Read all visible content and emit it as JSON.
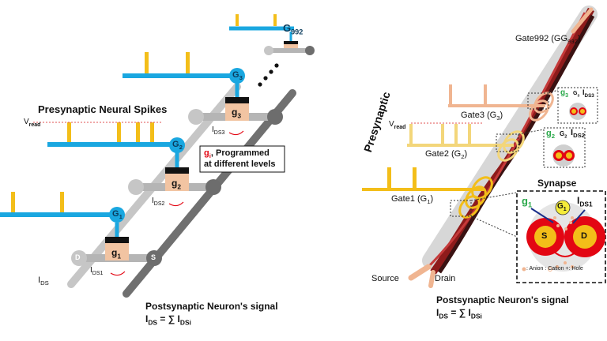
{
  "left": {
    "presynaptic_title": "Presynaptic Neural Spikes",
    "vread": "V",
    "vread_sub": "read",
    "gate_n": "G",
    "gate_n_sub": "992",
    "gates": [
      {
        "main": "G",
        "sub": "1"
      },
      {
        "main": "G",
        "sub": "2"
      },
      {
        "main": "G",
        "sub": "3"
      }
    ],
    "cond": [
      {
        "main": "g",
        "sub": "1"
      },
      {
        "main": "g",
        "sub": "2"
      },
      {
        "main": "g",
        "sub": "3"
      }
    ],
    "ids_labels": [
      {
        "main": "I",
        "sub": "DS1"
      },
      {
        "main": "I",
        "sub": "DS2"
      },
      {
        "main": "I",
        "sub": "DS3"
      }
    ],
    "ids_main": "I",
    "ids_main_sub": "DS",
    "d_label": "D",
    "s_label": "S",
    "programmed_g": "g",
    "programmed_i": "i",
    "programmed_line1": ", Programmed",
    "programmed_line2": "at different levels",
    "postsyn_title": "Postsynaptic Neuron's signal",
    "postsyn_eq_left": "I",
    "postsyn_eq_left_sub": "DS",
    "postsyn_eq_mid": " = ∑ I",
    "postsyn_eq_right_sub": "DSi"
  },
  "right": {
    "presynaptic_vertical": "Presynaptic",
    "gate992": "Gate992 (G",
    "gate992_sub": "992",
    "gate3": "Gate3 (G",
    "gate3_sub": "3",
    "gate2": "Gate2 (G",
    "gate2_sub": "2",
    "gate1": "Gate1 (G",
    "gate1_sub": "1",
    "vread": "V",
    "vread_sub": "read",
    "source": "Source",
    "drain": "Drain",
    "synapse": "Synapse",
    "inset_g1": "g",
    "inset_g1_sub": "1",
    "inset_G1": "G",
    "inset_G1_sub": "1",
    "inset_ids1": "I",
    "inset_ids1_sub": "DS1",
    "inset_s": "S",
    "inset_d": "D",
    "small_g2": "g",
    "small_g2_sub": "2",
    "small_G2": "G",
    "small_G2_sub": "2",
    "small_ids2": "I",
    "small_ids2_sub": "DS2",
    "small_g3": "g",
    "small_g3_sub": "3",
    "small_G3": "G",
    "small_G3_sub": "3",
    "small_ids3": "I",
    "small_ids3_sub": "DS3",
    "legend": ": Anion  : Cation  +: Hole",
    "postsyn_title": "Postsynaptic Neuron's signal",
    "postsyn_eq_left": "I",
    "postsyn_eq_left_sub": "DS",
    "postsyn_eq_mid": " = ∑ I",
    "postsyn_eq_right_sub": "DSi"
  },
  "colors": {
    "blue": "#1aa7e0",
    "pulse": "#f3be19",
    "gate_pink": "#f2bf9b",
    "rail_light": "#c4c4c4",
    "rail_dark": "#707070",
    "red": "#e30613",
    "fiber_red": "#9c1c1c"
  }
}
